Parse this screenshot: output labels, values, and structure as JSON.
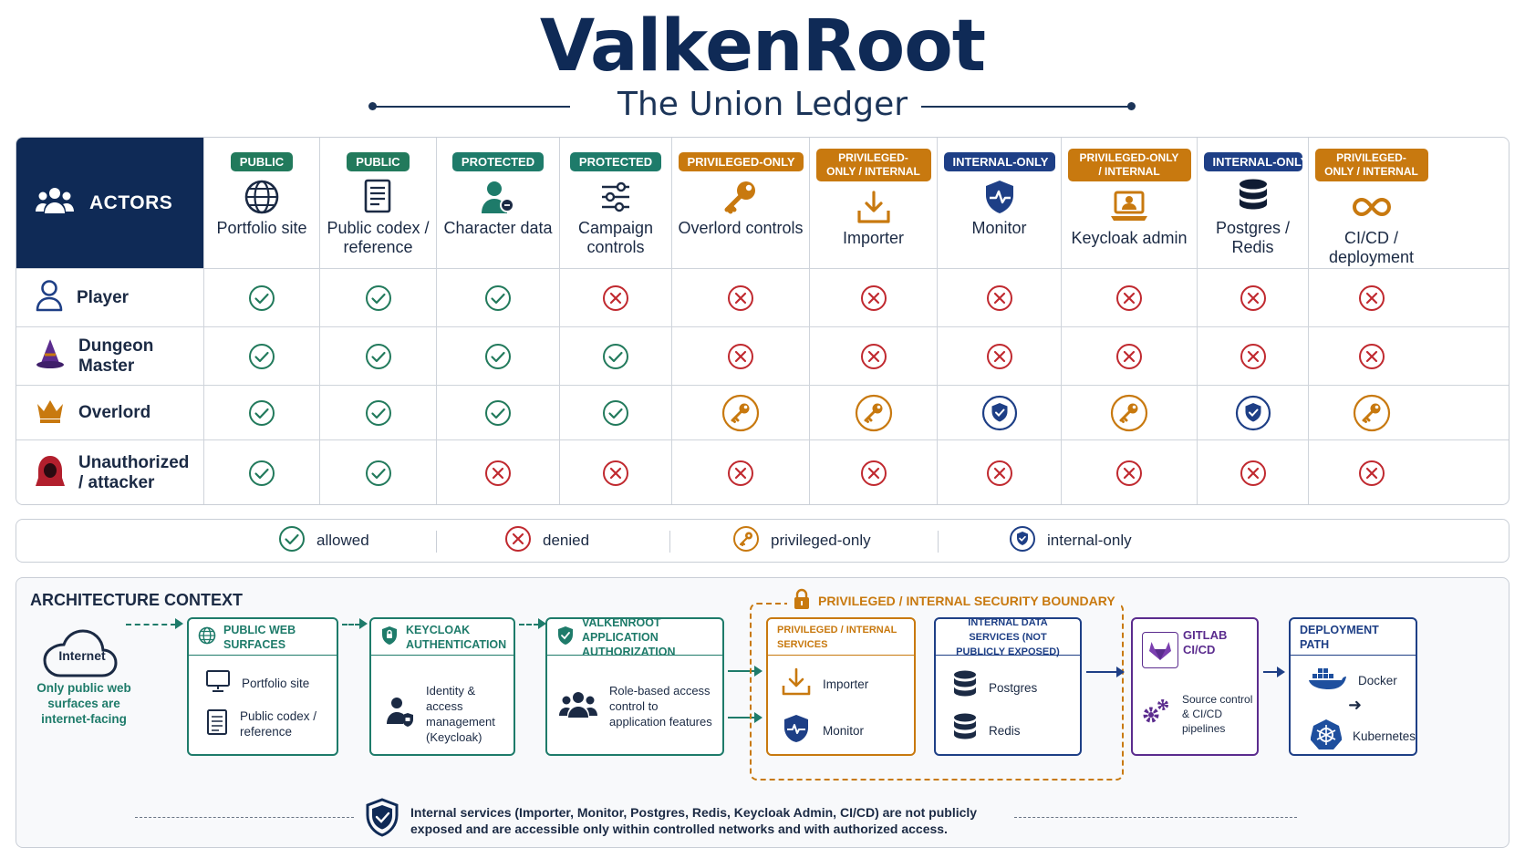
{
  "header": {
    "title": "ValkenRoot",
    "subtitle": "The Union Ledger"
  },
  "matrix": {
    "actors_label": "ACTORS",
    "columns": [
      {
        "badge": "PUBLIC",
        "badge_class": "public",
        "name": "Portfolio site",
        "icon": "globe-icon"
      },
      {
        "badge": "PUBLIC",
        "badge_class": "public",
        "name": "Public codex / reference",
        "icon": "document-icon"
      },
      {
        "badge": "PROTECTED",
        "badge_class": "protected",
        "name": "Character data",
        "icon": "user-data-icon"
      },
      {
        "badge": "PROTECTED",
        "badge_class": "protected",
        "name": "Campaign controls",
        "icon": "sliders-icon"
      },
      {
        "badge": "PRIVILEGED-ONLY",
        "badge_class": "priv",
        "name": "Overlord controls",
        "icon": "key-icon"
      },
      {
        "badge": "PRIVILEGED-ONLY / INTERNAL",
        "badge_class": "priv",
        "name": "Importer",
        "icon": "import-icon"
      },
      {
        "badge": "INTERNAL-ONLY",
        "badge_class": "internal",
        "name": "Monitor",
        "icon": "shield-pulse-icon"
      },
      {
        "badge": "PRIVILEGED-ONLY / INTERNAL",
        "badge_class": "priv",
        "name": "Keycloak admin",
        "icon": "admin-laptop-icon"
      },
      {
        "badge": "INTERNAL-ONLY",
        "badge_class": "internal",
        "name": "Postgres / Redis",
        "icon": "database-icon"
      },
      {
        "badge": "PRIVILEGED-ONLY / INTERNAL",
        "badge_class": "priv",
        "name": "CI/CD / deployment",
        "icon": "infinity-icon"
      }
    ],
    "rows": [
      {
        "label": "Player",
        "icon": "person-icon",
        "cells": [
          "allowed",
          "allowed",
          "allowed",
          "denied",
          "denied",
          "denied",
          "denied",
          "denied",
          "denied",
          "denied"
        ]
      },
      {
        "label": "Dungeon Master",
        "icon": "wizard-hat-icon",
        "cells": [
          "allowed",
          "allowed",
          "allowed",
          "allowed",
          "denied",
          "denied",
          "denied",
          "denied",
          "denied",
          "denied"
        ]
      },
      {
        "label": "Overlord",
        "icon": "crown-icon",
        "cells": [
          "allowed",
          "allowed",
          "allowed",
          "allowed",
          "privileged",
          "privileged",
          "internal",
          "privileged",
          "internal",
          "privileged"
        ]
      },
      {
        "label": "Unauthorized / attacker",
        "icon": "hooded-attacker-icon",
        "cells": [
          "allowed",
          "allowed",
          "denied",
          "denied",
          "denied",
          "denied",
          "denied",
          "denied",
          "denied",
          "denied"
        ]
      }
    ]
  },
  "legend": {
    "allowed": "allowed",
    "denied": "denied",
    "privileged": "privileged-only",
    "internal": "internal-only"
  },
  "architecture": {
    "title": "ARCHITECTURE CONTEXT",
    "internet": {
      "label": "Internet",
      "note": "Only public web surfaces are internet-facing"
    },
    "public_web": {
      "title": "PUBLIC WEB SURFACES",
      "items": [
        "Portfolio site",
        "Public codex / reference"
      ]
    },
    "keycloak": {
      "title": "KEYCLOAK AUTHENTICATION",
      "text": "Identity & access management (Keycloak)"
    },
    "authz": {
      "title": "VALKENROOT APPLICATION AUTHORIZATION",
      "text": "Role-based access control to application features"
    },
    "boundary_title": "PRIVILEGED / INTERNAL SECURITY BOUNDARY",
    "priv_services": {
      "title": "PRIVILEGED / INTERNAL SERVICES",
      "items": [
        "Importer",
        "Monitor"
      ]
    },
    "data_services": {
      "title": "INTERNAL DATA SERVICES (NOT PUBLICLY EXPOSED)",
      "items": [
        "Postgres",
        "Redis"
      ]
    },
    "gitlab": {
      "title": "GITLAB CI/CD",
      "text": "Source control & CI/CD pipelines"
    },
    "deploy": {
      "title": "DEPLOYMENT PATH",
      "items": [
        "Docker",
        "Kubernetes"
      ]
    },
    "footnote": "Internal services (Importer, Monitor, Postgres, Redis, Keycloak Admin, CI/CD) are not publicly exposed and are accessible only within controlled networks and with authorized access."
  },
  "colors": {
    "navy": "#0f2a56",
    "teal": "#1e7b6a",
    "green": "#227a5c",
    "red": "#c0292f",
    "orange": "#c8790f",
    "blue": "#1e3f86",
    "purple": "#5b2c8e"
  }
}
